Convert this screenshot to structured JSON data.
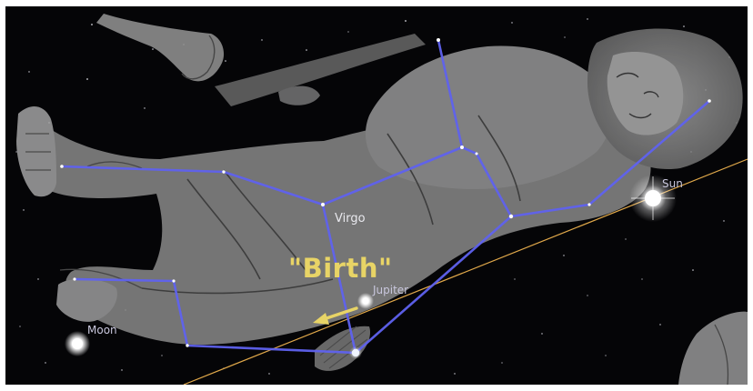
{
  "view": {
    "constellation": {
      "name": "Virgo"
    },
    "callout": {
      "text": "\"Birth\""
    },
    "objects": [
      {
        "id": "sun",
        "label": "Sun"
      },
      {
        "id": "jupiter",
        "label": "Jupiter"
      },
      {
        "id": "moon",
        "label": "Moon"
      }
    ]
  },
  "colors": {
    "sky": "#050507",
    "constellation_lines": "#5f62ef",
    "ecliptic": "#e0a84a",
    "callout": "#e8d466",
    "labels": "#c9c7dd",
    "figure_art": "#8d8d8d"
  }
}
